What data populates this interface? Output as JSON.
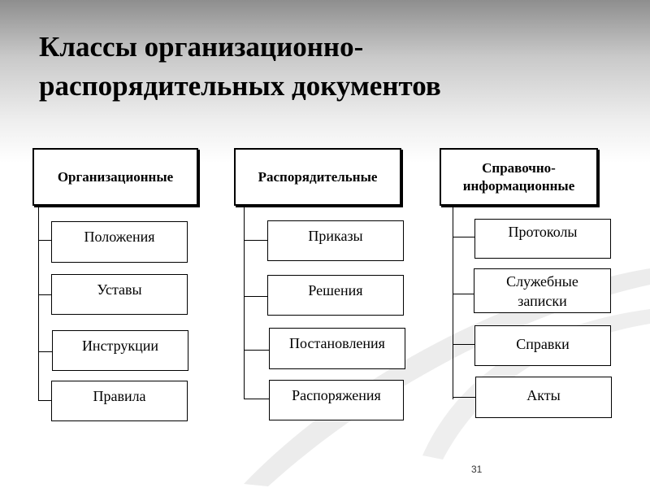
{
  "title_line1": "Классы организационно-",
  "title_line2": "распорядительных документов",
  "columns": [
    {
      "header": "Организационные",
      "items": [
        "Положения",
        "Уставы",
        "Инструкции",
        "Правила"
      ]
    },
    {
      "header": "Распорядительные",
      "items": [
        "Приказы",
        "Решения",
        "Постановления",
        "Распоряжения"
      ]
    },
    {
      "header": "Справочно-информационные",
      "items": [
        "Протоколы",
        "Служебные записки",
        "Справки",
        "Акты"
      ]
    }
  ],
  "page_number": "31"
}
